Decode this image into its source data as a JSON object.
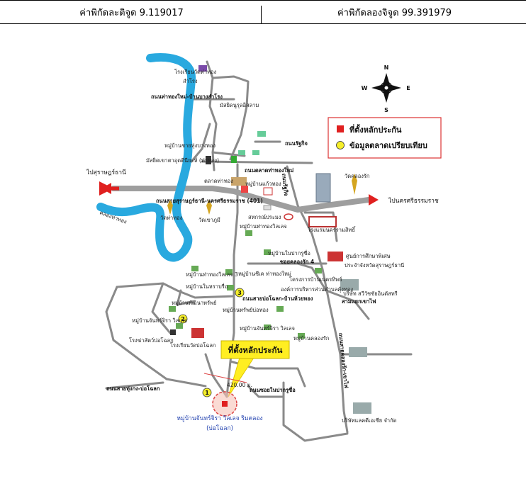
{
  "header": {
    "latitude_label": "ค่าพิกัดละติจูด 9.119017",
    "longitude_label": "ค่าพิกัดลองจิจูด 99.391979"
  },
  "compass": {
    "n": "N",
    "s": "S",
    "e": "E",
    "w": "W"
  },
  "legend": {
    "subject_label": "ที่ตั้งหลักประกัน",
    "comparable_label": "ข้อมูลตลาดเปรียบเทียบ",
    "subject_color": "#e02020",
    "comparable_color": "#f5ee2a"
  },
  "directions": {
    "left": "ไปสุราษฎร์ธานี",
    "right": "ไปนครศรีธรรมราช"
  },
  "callout": {
    "label": "ที่ตั้งหลักประกัน",
    "distance": "420.00 ม."
  },
  "subject_caption": {
    "line1": "หมู่บ้านจันทร์จิรา วิลเลจ ริมคลอง",
    "line2": "(บ่อโฉลก)"
  },
  "markers": [
    "1",
    "2",
    "3"
  ],
  "roads": {
    "r1": "ถนนท่าทองใหม่-บ้านบางสำโรง",
    "r2": "ถนนรัฐกิจ",
    "r3": "ถนนตลาดท่าทองใหม่",
    "r4": "ถนนสายสุราษฎร์ธานี-นครศรีธรรมราช (401)",
    "r5": "ซอยคลองรัก 4",
    "r6": "สามแยกเขาไฟ",
    "r7": "ถนนสายบ่อโฉลก-บ้านห้วยทอง",
    "r8": "ถนนสายทุ่งกง-บ่อโฉลก",
    "r9": "ถนนซอยในปากรูซื่อ",
    "r10": "ถนนสายคลองรัก-เขาไฟ",
    "river": "คลองท่าทอง"
  },
  "places": {
    "p1": "โรงเรียนวัดท่าทอง",
    "p2": "สำโรง",
    "p3": "มัสยิดนูรุลอิสลาม",
    "p4": "หมู่บ้านชายทุ่งบางทอง",
    "p5": "มัสยิดเขาตาอุดตีนียะห์ (ท่าทอง)",
    "p6": "ตลาดท่าทอง",
    "p7": "หมู่บ้านแก้วทอง",
    "p8": "วัดท่าทอง",
    "p9": "วัดคลองรัก",
    "p10": "วัดเขาภูมี",
    "p11": "สหกรณ์ประมง",
    "p12": "หมู่บ้านท่าทองวิลเลจ",
    "p13": "โรงแรมนครรามสิทธิ์",
    "p14": "หมู่บ้านในปากรูซื่อ",
    "p15": "ศูนย์การศึกษาพิเศษ",
    "p16": "ประจำจังหวัดสุราษฎร์ธานี",
    "p17": "หมู่บ้านท่าทองวิลเลจ 3",
    "p18": "หมู่บ้านชีเค ท่าทองใหม่",
    "p19": "โครงการบ้านเนตรทิพย์",
    "p20": "องค์การบริหารส่วนตำบลคุ้งทอง",
    "p21": "หมู่บ้านในหราบรื่อ",
    "p22": "บริษัท สวีวัชชัยอินดัสทรี",
    "p23": "หมู่บ้านพัฒนาทรัพย์",
    "p24": "หมู่บ้านทรัพย์บ่อทอง",
    "p25": "หมู่บ้านจันทร์จิรา วิลเลจ",
    "p26": "หมู่บ้านจันทร์จิรา วิลเลจ",
    "p27": "โรงฆ่าสัตว์บ่อโฉลก",
    "p28": "โรงเรียนวัดบ่อโฉลก",
    "p29": "หมู่บ้านคลองรัก",
    "p30": "บริษัทแลคตีเอเซีย จำกัด"
  }
}
